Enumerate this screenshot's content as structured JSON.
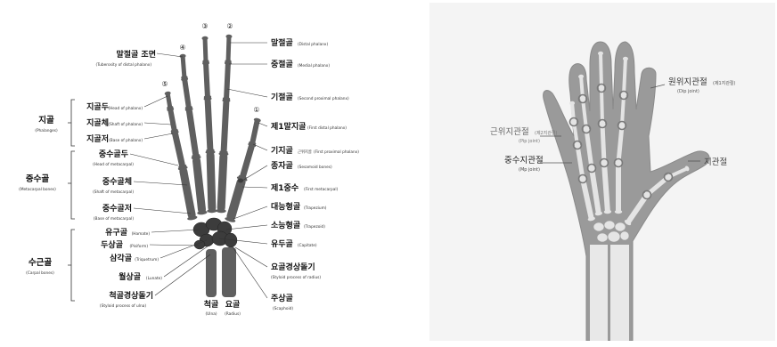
{
  "left_diagram": {
    "finger_numbers": [
      "①",
      "②",
      "③",
      "④",
      "⑤"
    ],
    "labels_right": [
      {
        "ko": "말절골",
        "en": "(Distal phalanx)"
      },
      {
        "ko": "중절골",
        "en": "(Medial phalanx)"
      },
      {
        "ko": "기절골",
        "en": "(Second proximal phalanx)"
      },
      {
        "ko": "제1말지골",
        "en": "(First distal phalanx)"
      },
      {
        "ko": "기지골",
        "en2": "근위지골",
        "en": "(First proximal phalanx)"
      },
      {
        "ko": "종자골",
        "en": "(Sesamoid bones)"
      },
      {
        "ko": "제1중수",
        "en": "(First metacarpal)"
      },
      {
        "ko": "대능형골",
        "en": "(Trapezium)"
      },
      {
        "ko": "소능형골",
        "en": "(Trapezoid)"
      },
      {
        "ko": "유두골",
        "en": "(Capitate)"
      },
      {
        "ko": "요골경상돌기",
        "en": "(Styloid process of radius)"
      },
      {
        "ko": "주상골",
        "en": "(Scaphoid)"
      }
    ],
    "labels_left": [
      {
        "ko": "말절골 조면",
        "en": "(Tuberosity of distal phalanx)"
      },
      {
        "ko": "지골두",
        "en": "(Head of phalanx)"
      },
      {
        "ko": "지골체",
        "en": "(Shaft of phalanx)"
      },
      {
        "ko": "지골저",
        "en": "(Base of phalanx)"
      },
      {
        "ko": "중수골두",
        "en": "(Head of metacarpal)"
      },
      {
        "ko": "중수골체",
        "en": "(Shaft of metacarpal)"
      },
      {
        "ko": "중수골저",
        "en": "(Base of metacarpal)"
      },
      {
        "ko": "유구골",
        "en": "(Hamate)"
      },
      {
        "ko": "두상골",
        "en": "(Pisiform)"
      },
      {
        "ko": "삼각골",
        "en": "(Triquetrum)"
      },
      {
        "ko": "월상골",
        "en": "(Lunate)"
      },
      {
        "ko": "척골경상돌기",
        "en": "(Styloid process of ulna)"
      }
    ],
    "groups": [
      {
        "ko": "지골",
        "en": "(Phalanges)"
      },
      {
        "ko": "중수골",
        "en": "(Metacarpal bones)"
      },
      {
        "ko": "수근골",
        "en": "(Carpal bones)"
      }
    ],
    "bottom": [
      {
        "ko": "척골",
        "en": "(Ulna)"
      },
      {
        "ko": "요골",
        "en": "(Radius)"
      }
    ]
  },
  "right_diagram": {
    "dip": {
      "ko": "원위지관절",
      "ko2": "(제1지관절)",
      "en": "(Dip joint)"
    },
    "pip": {
      "ko": "근위지관절",
      "ko2": "(제2지관절)",
      "en": "(Pip joint)"
    },
    "mp": {
      "ko": "중수지관절",
      "en": "(Mp joint)"
    },
    "thumb": {
      "ko": "지관절"
    }
  },
  "colors": {
    "bone": "#5f5f5f",
    "bone_dark": "#3c3c3c",
    "skin": "#999999",
    "skin_bg": "#f4f4f4",
    "joint_bone": "#e4e4e4"
  }
}
